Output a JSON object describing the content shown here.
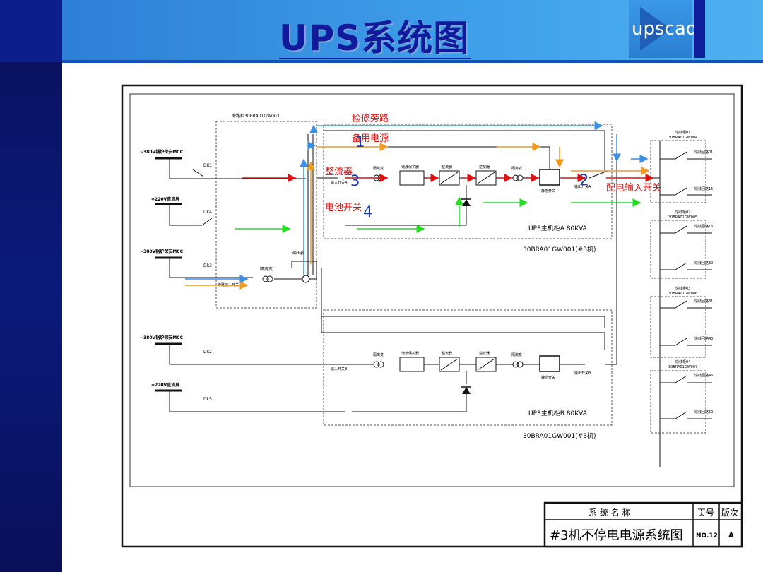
{
  "header": {
    "title": "UPS系统图",
    "logo_text": "upscad"
  },
  "diagram": {
    "annotations": {
      "bypass": "检修旁路",
      "standby_power": "备用电源",
      "rectifier": "整流器",
      "battery_switch": "电池开关",
      "distribution_input": "配电输入开关",
      "num1": "1",
      "num2": "2",
      "num3": "3",
      "num4": "4"
    },
    "sources": {
      "mcc_a": "~380V锅炉保安MCC",
      "dc_a": "=220V直流屏",
      "mcc_bypass": "~380V锅炉保安MCC",
      "mcc_b": "~380V锅炉保安MCC",
      "dc_b": "=220V直流屏"
    },
    "breakers": {
      "dk1": "DK1",
      "dk4": "Dk4",
      "dk3": "Dk3",
      "dk2": "Dk2",
      "dk5": "Dk5"
    },
    "bypass_cabinet": "旁路柜30BRA01GW003",
    "regulator": "调压器",
    "isolation_tx": "隔离变",
    "bypass_input": "旁路输入开关",
    "unit_a": {
      "isolation_in": "隔离变",
      "filter": "谐波保护器",
      "rectifier": "整流器",
      "inverter": "逆变器",
      "isolation_out": "隔离变",
      "static_switch": "静态开关",
      "input_switch": "输入开关A",
      "output_switch": "输出开关A",
      "cabinet": "UPS主机柜A 80KVA",
      "code": "30BRA01GW001(#3机)"
    },
    "unit_b": {
      "isolation_in": "隔离变",
      "filter": "谐波保护器",
      "rectifier": "整流器",
      "inverter": "逆变器",
      "isolation_out": "隔离变",
      "static_switch": "静态开关",
      "input_switch": "输入开关B",
      "output_switch": "输出开关B",
      "cabinet": "UPS主机柜B 80KVA",
      "code": "30BRA01GW001(#3机)"
    },
    "feeders": [
      {
        "panel": "馈线柜01",
        "code": "30BRA01GW004",
        "circuits": [
          "馈线回路01",
          "馈线回路15"
        ]
      },
      {
        "panel": "馈线柜02",
        "code": "30BRA01GW005",
        "circuits": [
          "馈线回路16",
          "馈线回路30"
        ]
      },
      {
        "panel": "馈线柜03",
        "code": "30BRA01GW006",
        "circuits": [
          "馈线回路31",
          "馈线回路45"
        ]
      },
      {
        "panel": "馈线柜04",
        "code": "30BRA01GW007",
        "circuits": [
          "馈线回路46",
          "馈线回路60"
        ]
      }
    ],
    "title_block": {
      "name_header": "系 统 名 称",
      "page_header": "页号",
      "version_header": "版次",
      "name": "#3机不停电电源系统图",
      "page": "NO.12",
      "version": "A"
    }
  },
  "colors": {
    "red": "#e01010",
    "orange": "#f09a20",
    "blue": "#3a8ee6",
    "green": "#22dd22",
    "accent_blue": "#101a9a"
  }
}
